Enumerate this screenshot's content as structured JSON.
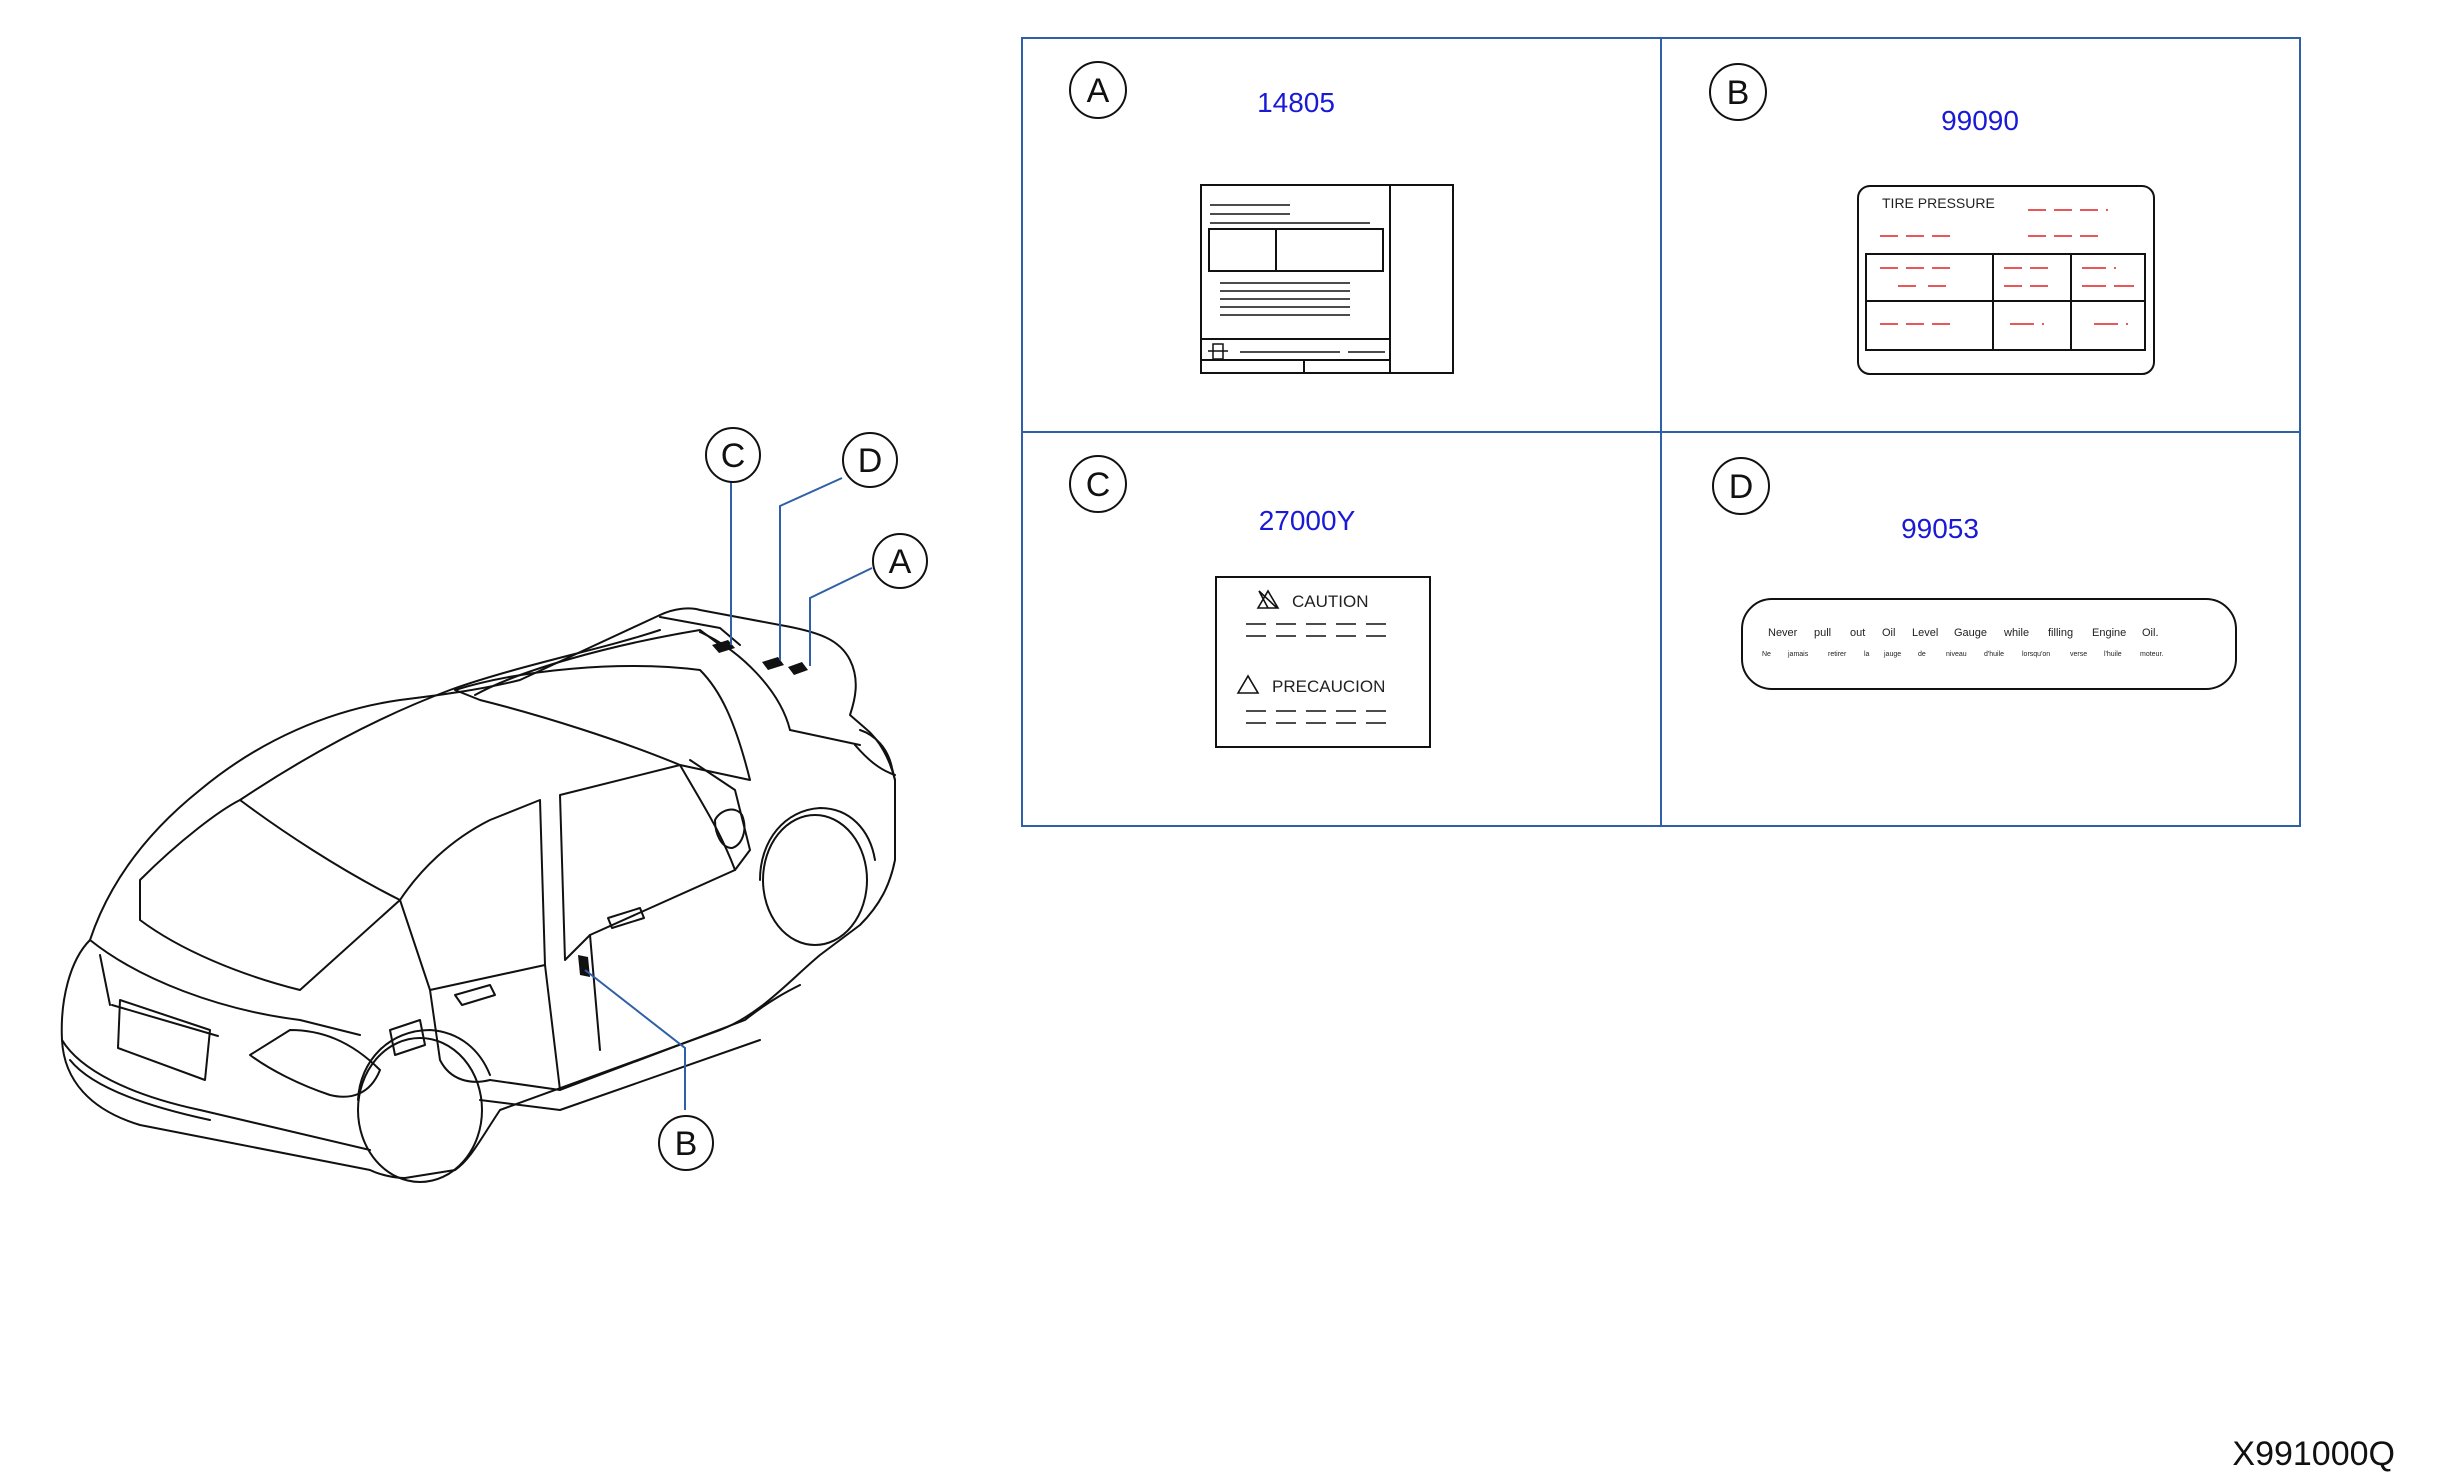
{
  "callouts": {
    "a": "A",
    "b": "B",
    "c": "C",
    "d": "D"
  },
  "panels": {
    "a": {
      "letter": "A",
      "part_number": "14805"
    },
    "b": {
      "letter": "B",
      "part_number": "99090",
      "label_title": "TIRE   PRESSURE"
    },
    "c": {
      "letter": "C",
      "part_number": "27000Y",
      "label_line1": "CAUTION",
      "label_line2": "PRECAUCION"
    },
    "d": {
      "letter": "D",
      "part_number": "99053",
      "label_en": [
        "Never",
        "pull",
        "out",
        "Oil",
        "Level",
        "Gauge",
        "while",
        "filling",
        "Engine",
        "Oil."
      ],
      "label_fr": [
        "Ne",
        "jamais",
        "retirer",
        "la",
        "jauge",
        "de",
        "niveau",
        "d'huile",
        "lorsqu'on",
        "verse",
        "l'huile",
        "moteur."
      ]
    }
  },
  "diagram_code": "X991000Q",
  "colors": {
    "frame": "#2f5fa6",
    "leader": "#2f5fa6",
    "part_number": "#1a1ad6",
    "dash_red": "#e02020",
    "line": "#111111"
  }
}
